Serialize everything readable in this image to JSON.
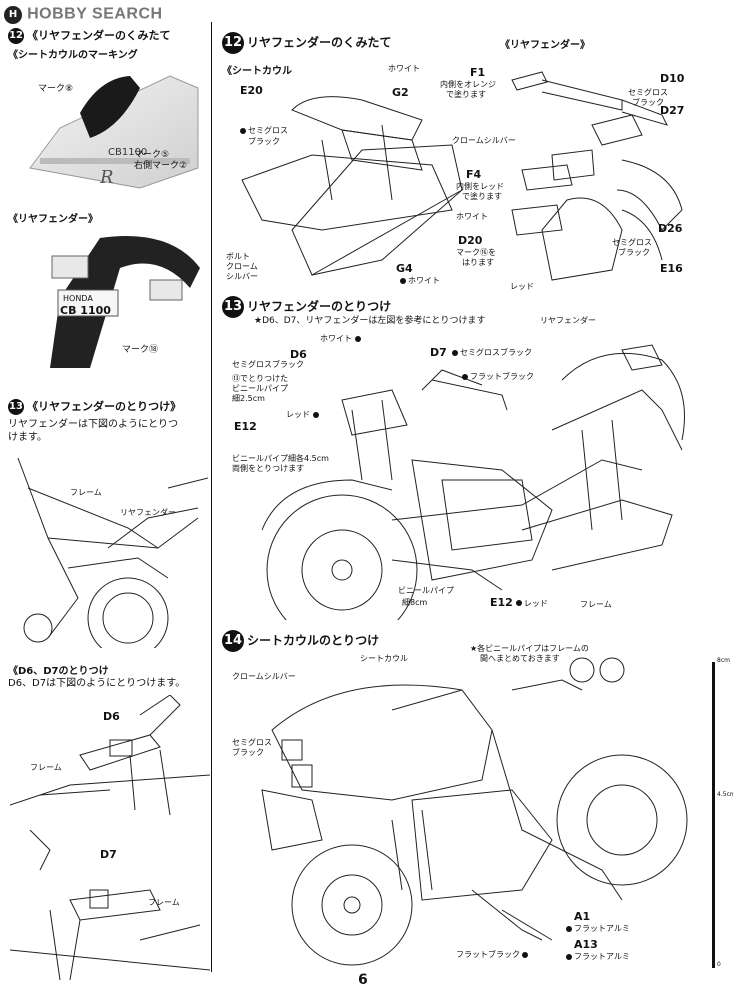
{
  "brand": {
    "logo_text": "HOBBY SEARCH"
  },
  "page_number": "6",
  "left": {
    "s12_title": "《リヤフェンダーのくみたて",
    "s12_sub": "《シートカウルのマーキング",
    "s12_mark8": "マーク⑧",
    "s12_mark5": "マーク⑤",
    "s12_mark2": "右側マーク②",
    "s12_seat_badge": "CB1100",
    "s12_seat_r": "R",
    "s12_fender_sub": "《リヤフェンダー》",
    "s12_honda": "HONDA",
    "s12_cb": "CB 1100",
    "s12_mark18": "マーク⑱",
    "s13_title": "《リヤフェンダーのとりつけ》",
    "s13_desc1": "リヤフェンダーは下図のようにとりつ",
    "s13_desc2": "けます。",
    "s13_frame": "フレーム",
    "s13_fender": "リヤフェンダー",
    "d_title": "《D6、D7のとりつけ",
    "d_desc": "D6、D7は下図のようにとりつけます。",
    "d6": "D6",
    "d7": "D7",
    "frame1": "フレーム",
    "frame2": "フレーム"
  },
  "s12": {
    "title": "リヤフェンダーのくみたて",
    "seatcowl": "《シートカウル",
    "fender": "《リヤフェンダー》",
    "E20": "E20",
    "G2": "G2",
    "white1": "ホワイト",
    "semigloss1a": "セミグロス",
    "semigloss1b": "ブラック",
    "bolt1": "ボルト",
    "bolt2": "クローム",
    "bolt3": "シルバー",
    "G4": "G4",
    "white2": "ホワイト",
    "F1": "F1",
    "f1_note1": "内側をオレンジ",
    "f1_note2": "で塗ります",
    "chrome": "クロームシルバー",
    "F4": "F4",
    "f4_note1": "内側をレッド",
    "f4_note2": "で塗ります",
    "white3": "ホワイト",
    "D20": "D20",
    "d20_note1": "マーク⑯を",
    "d20_note2": "はります",
    "red": "レッド",
    "D10": "D10",
    "sg2a": "セミグロス",
    "sg2b": "ブラック",
    "D27": "D27",
    "D26": "D26",
    "sg3a": "セミグロス",
    "sg3b": "ブラック",
    "E16": "E16"
  },
  "s13": {
    "title": "リヤフェンダーのとりつけ",
    "note": "★D6、D7、リヤフェンダーは左図を参考にとりつけます",
    "white": "ホワイト",
    "D6": "D6",
    "sg_black": "セミグロスブラック",
    "vinyl1": "⑬でとりつけた",
    "vinyl2": "ビニールパイプ",
    "vinyl3": "細2.5cm",
    "red": "レッド",
    "E12": "E12",
    "D7": "D7",
    "d7_paint": "セミグロスブラック",
    "flat_black": "フラットブラック",
    "rear_fender": "リヤフェンダー",
    "vinyl4": "ビニールパイプ細各4.5cm",
    "vinyl5": "両側をとりつけます",
    "vinyl6": "ビニールパイプ",
    "vinyl7": "細8cm",
    "E12b": "E12",
    "red2": "レッド",
    "frame": "フレーム"
  },
  "s14": {
    "title": "シートカウルのとりつけ",
    "note1": "★各ビニールパイプはフレームの",
    "note2": "間へまとめておきます",
    "seatcowl": "シートカウル",
    "chrome1": "クロームシルバー",
    "sg1": "セミグロス",
    "sg2": "ブラック",
    "A1": "A1",
    "flat_alu1": "フラットアルミ",
    "A13": "A13",
    "flat_black": "フラットブラック",
    "flat_alu2": "フラットアルミ"
  },
  "ruler": {
    "top": "8cm",
    "mid": "4.5cm",
    "bottom": "0"
  }
}
